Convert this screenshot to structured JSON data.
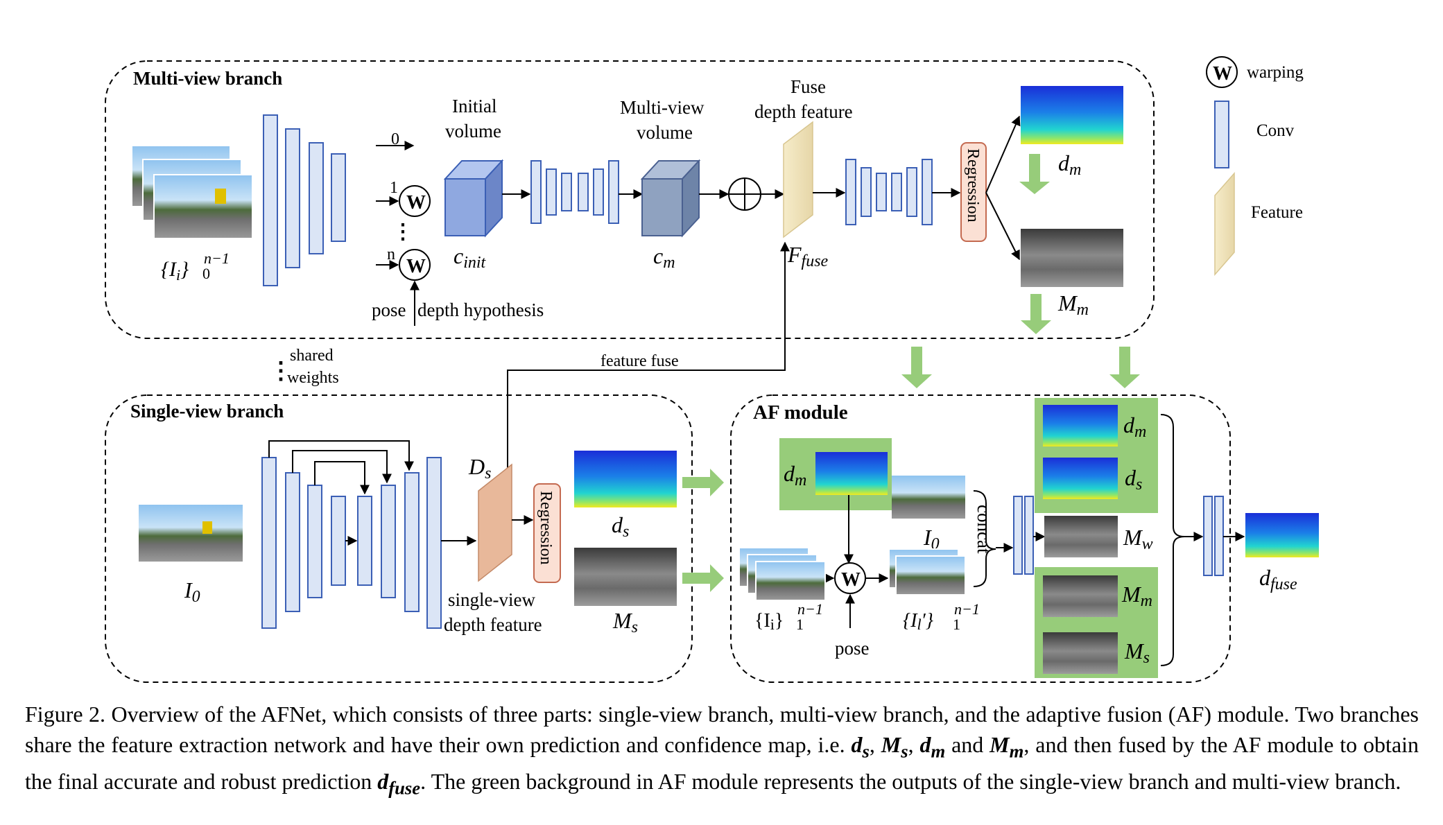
{
  "figure": {
    "multi_view_title": "Multi-view branch",
    "single_view_title": "Single-view branch",
    "af_title": "AF module",
    "legend": {
      "warping": "warping",
      "conv": "Conv",
      "feature": "Feature",
      "w": "W"
    },
    "mv": {
      "input_label": "{I",
      "input_sub": "i",
      "input_sup": "n−1",
      "input_lo": "0",
      "branch0": "0",
      "branch1": "1",
      "branchn": "n",
      "dots": "⋮",
      "pose": "pose",
      "depth_hyp": "depth hypothesis",
      "init_vol_1": "Initial",
      "init_vol_2": "volume",
      "c_init": "c",
      "c_init_sub": "init",
      "mv_vol_1": "Multi-view",
      "mv_vol_2": "volume",
      "c_m": "c",
      "c_m_sub": "m",
      "fuse_1": "Fuse",
      "fuse_2": "depth feature",
      "f_fuse": "F",
      "f_fuse_sub": "fuse",
      "regression": "Regression",
      "d_m": "d",
      "d_m_sub": "m",
      "M_m": "M",
      "M_m_sub": "m"
    },
    "shared_1": "shared",
    "shared_2": "weights",
    "feature_fuse": "feature fuse",
    "sv": {
      "input_label": "I",
      "input_sub": "0",
      "D_s": "D",
      "D_s_sub": "s",
      "regression": "Regression",
      "sv_feat_1": "single-view",
      "sv_feat_2": "depth feature",
      "d_s": "d",
      "d_s_sub": "s",
      "M_s": "M",
      "M_s_sub": "s"
    },
    "af": {
      "d_m": "d",
      "d_m_sub": "m",
      "I0": "I",
      "I0_sub": "0",
      "concat": "concat",
      "Ii": "{I",
      "Ii_sub": "i",
      "Ii_sup": "n−1",
      "Ii_lo": "1",
      "Il": "{I",
      "Il_sub": "l",
      "Il_sup": "n−1",
      "Il_lo": "1",
      "pose": "pose",
      "out_d_m": "d",
      "out_d_m_sub": "m",
      "out_d_s": "d",
      "out_d_s_sub": "s",
      "out_M_w": "M",
      "out_M_w_sub": "w",
      "out_M_m": "M",
      "out_M_m_sub": "m",
      "out_M_s": "M",
      "out_M_s_sub": "s",
      "d_fuse": "d",
      "d_fuse_sub": "fuse"
    }
  },
  "caption": {
    "part1": "Figure 2.  Overview of the AFNet, which consists of three parts: single-view branch, multi-view branch, and the adaptive fusion (AF) module. Two branches share the feature extraction network and have their own prediction and confidence map, i.e. ",
    "ds": "d",
    "ds_sub": "s",
    "sep1": ", ",
    "Ms": "M",
    "Ms_sub": "s",
    "sep2": ", ",
    "dm": "d",
    "dm_sub": "m",
    "and": " and ",
    "Mm": "M",
    "Mm_sub": "m",
    "part2": ", and then fused by the AF module to obtain the final accurate and robust prediction ",
    "dfuse": "d",
    "dfuse_sub": "fuse",
    "part3": ". The green background in AF module represents the outputs of the single-view branch and multi-view branch."
  }
}
